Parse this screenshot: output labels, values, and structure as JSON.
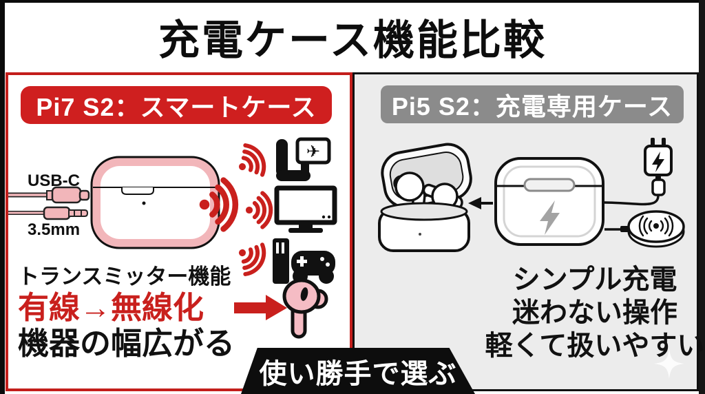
{
  "title": "充電ケース機能比較",
  "left_panel": {
    "header": "Pi7 S2：スマートケース",
    "usb_label": "USB-C",
    "jack_label": "3.5mm",
    "caption": [
      "トランスミッター機能",
      "有線→無線化",
      "機器の幅広がる"
    ],
    "colors": {
      "accent_red": "#c9201d",
      "border_red": "#c31e1b",
      "badge_red": "#cf1f1f",
      "case_pink": "#f2b6ba"
    }
  },
  "right_panel": {
    "header": "Pi5 S2：充電専用ケース",
    "caption": [
      "シンプル充電",
      "迷わない操作",
      "軽くて扱いやすい"
    ],
    "colors": {
      "badge_gray": "#8b8b8b",
      "panel_bg": "#ececec",
      "bolt_gray": "#a3a3a3"
    }
  },
  "bottom_badge": {
    "label": "使い勝手で選ぶ",
    "bg": "#0d0d0d"
  },
  "icons": {
    "airplane_glyph": "✈",
    "names": [
      "usb-c-cable-icon",
      "aux-cable-icon",
      "charging-case-icon",
      "wireless-signal-icon",
      "inflight-seat-icon",
      "tv-icon",
      "game-console-icon",
      "arrow-right-icon",
      "earbud-icon",
      "open-case-icon",
      "arrow-left-icon",
      "closed-case-bolt-icon",
      "wall-charger-icon",
      "usb-c-plug-icon",
      "wireless-pad-icon",
      "sparkle-icon"
    ]
  }
}
